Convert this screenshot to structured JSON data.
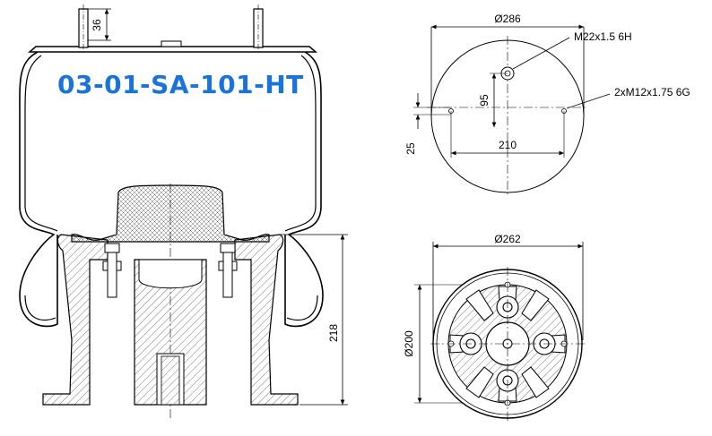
{
  "part_number": "03-01-SA-101-HT",
  "colors": {
    "part_number": "#1a73d8",
    "line": "#000000",
    "hatch": "#555555"
  },
  "side_view": {
    "stud_height": "36",
    "height": "218"
  },
  "top_view": {
    "diameter": "Ø286",
    "thread_center": "M22x1.5 6H",
    "thread_side": "2xM12x1.75 6G",
    "offset_95": "95",
    "spacing_210": "210",
    "offset_25": "25"
  },
  "bottom_view": {
    "diameter": "Ø262",
    "height_diameter": "Ø200"
  }
}
